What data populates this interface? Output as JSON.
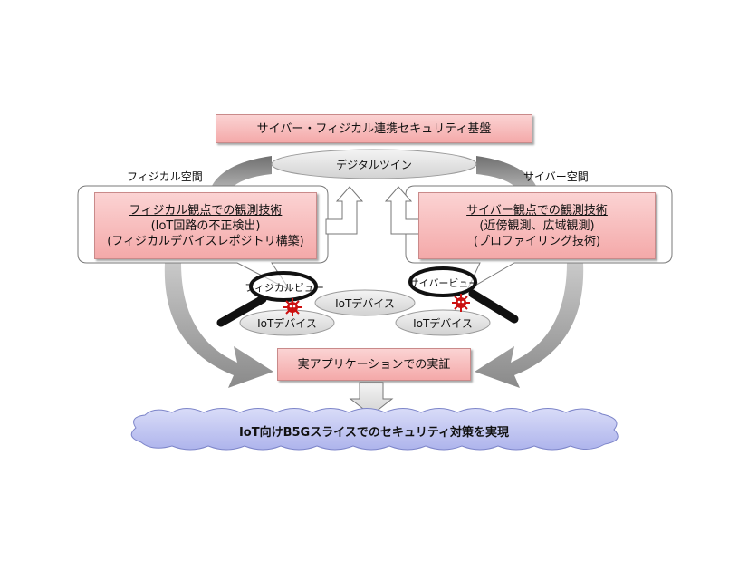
{
  "platform_title": "サイバー・フィジカル連携セキュリティ基盤",
  "digital_twin": "デジタルツイン",
  "physical_space": "フィジカル空間",
  "cyber_space": "サイバー空間",
  "physical_box": {
    "title": "フィジカル観点での観測技術",
    "line1": "(IoT回路の不正検出)",
    "line2": "(フィジカルデバイスレポジトリ構築)"
  },
  "cyber_box": {
    "title": "サイバー観点での観測技術",
    "line1": "(近傍観測、広域観測)",
    "line2": "(プロファイリング技術)"
  },
  "physical_view": "フィジカルビュー",
  "cyber_view": "サイバービュー",
  "iot_device": "IoTデバイス",
  "application": "実アプリケーションでの実証",
  "goal": "IoT向けB5Gスライスでのセキュリティ対策を実現",
  "colors": {
    "pink_top": "#fbd3d3",
    "pink_bottom": "#f4a9a9",
    "cloud": "#c7ccf4",
    "arrow": "#8c8c8c"
  }
}
